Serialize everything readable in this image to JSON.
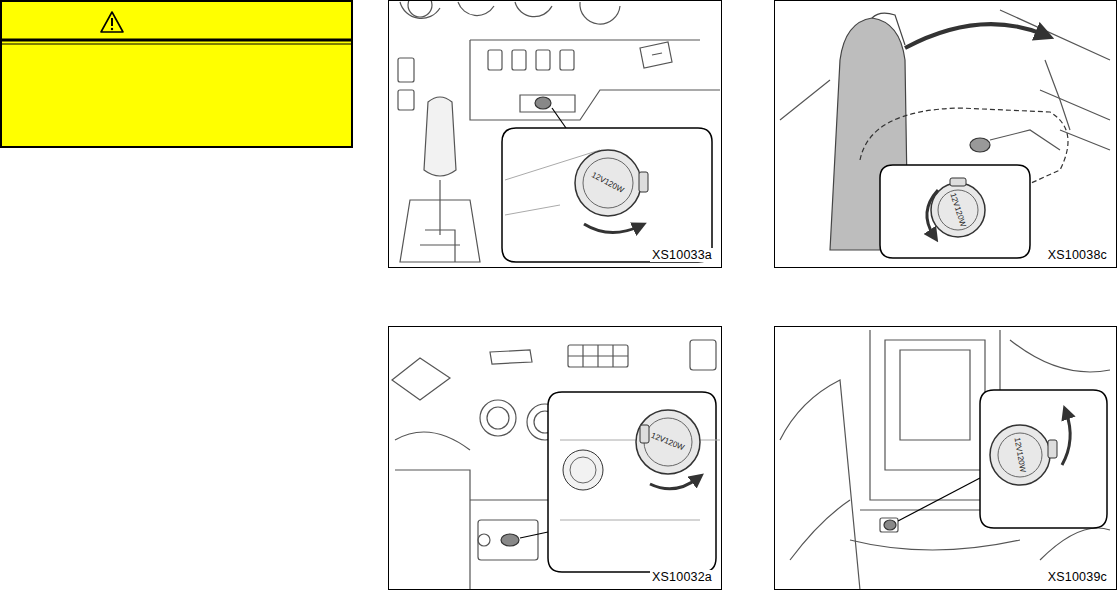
{
  "diagram": {
    "nodes": [
      {
        "text": [
          "XS10033a"
        ]
      },
      {
        "text": [
          "XS10038c"
        ]
      },
      {
        "text": [
          "XS10032a"
        ]
      },
      {
        "text": [
          "XS10039c"
        ]
      }
    ],
    "labels": [
      "12V120W",
      "12V120W",
      "12V120W",
      "12V120W"
    ]
  }
}
